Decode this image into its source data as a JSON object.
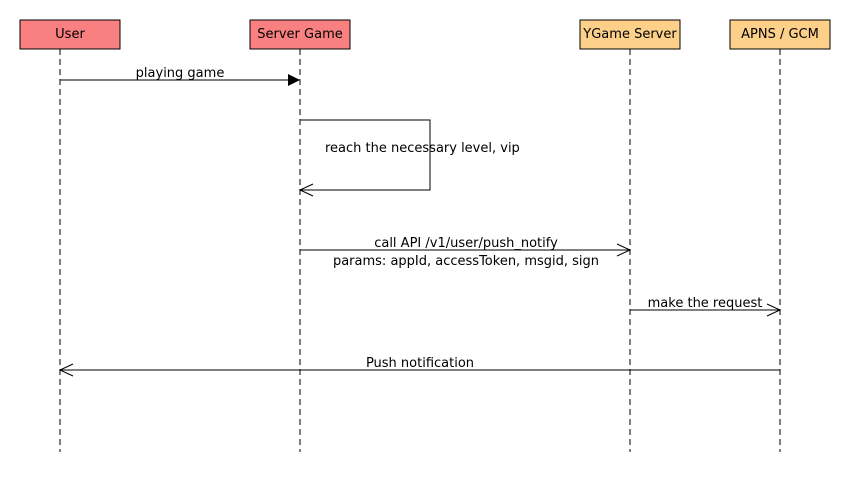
{
  "participants": [
    {
      "name": "User",
      "fill": "#f88080"
    },
    {
      "name": "Server Game",
      "fill": "#f88080"
    },
    {
      "name": "YGame Server",
      "fill": "#fdd08a"
    },
    {
      "name": "APNS / GCM",
      "fill": "#fdd08a"
    }
  ],
  "messages": [
    {
      "from": "User",
      "to": "Server Game",
      "text": "playing game",
      "arrow": "filled"
    },
    {
      "from": "Server Game",
      "to": "Server Game",
      "text": "reach the necessary level, vip",
      "arrow": "open"
    },
    {
      "from": "Server Game",
      "to": "YGame Server",
      "text": "call API /v1/user/push_notify",
      "text2": "params: appId, accessToken, msgid, sign",
      "arrow": "open"
    },
    {
      "from": "YGame Server",
      "to": "APNS / GCM",
      "text": "make the request",
      "arrow": "open"
    },
    {
      "from": "APNS / GCM",
      "to": "User",
      "text": "Push notification",
      "arrow": "open"
    }
  ]
}
